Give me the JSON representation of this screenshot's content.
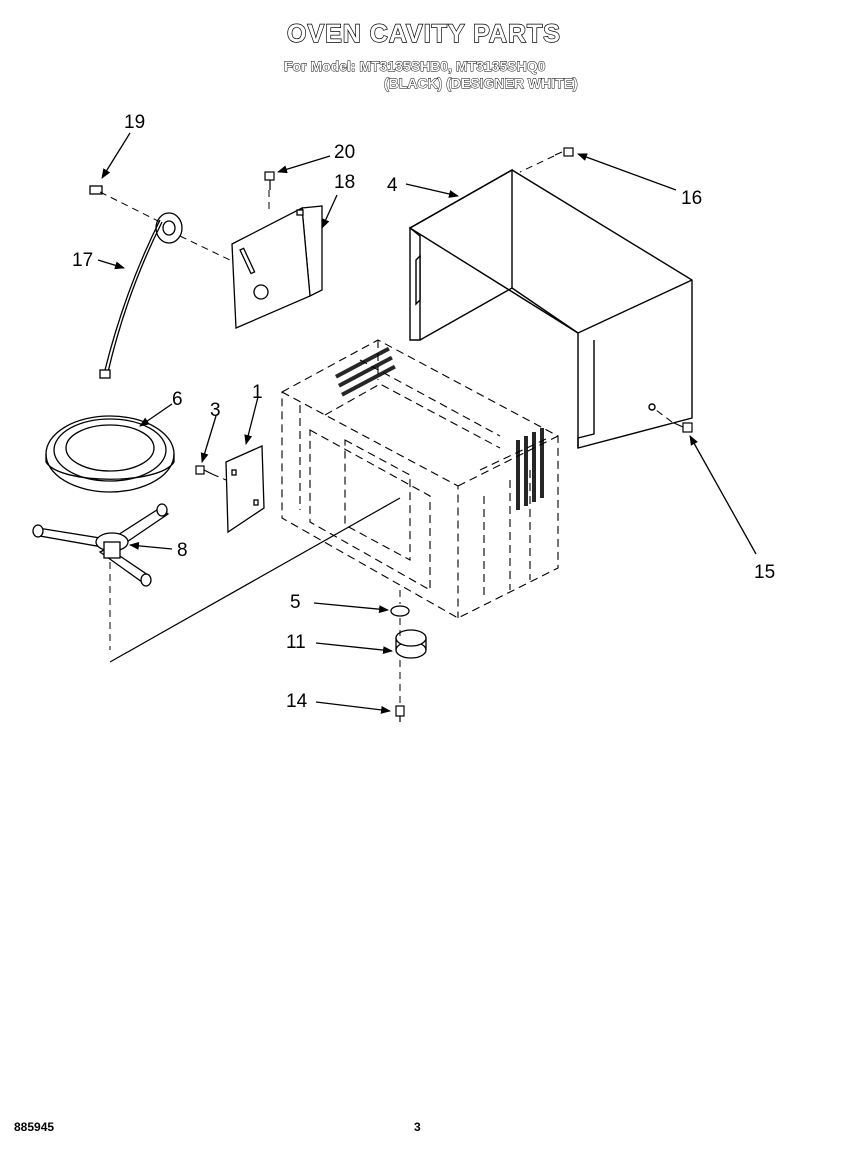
{
  "header": {
    "title": "OVEN CAVITY PARTS",
    "model_line": "For Model: MT3135SHB0, MT3135SHQ0",
    "variants_line": "(BLACK)  (DESIGNER WHITE)"
  },
  "callouts": [
    {
      "id": "19",
      "label": "19"
    },
    {
      "id": "20",
      "label": "20"
    },
    {
      "id": "18",
      "label": "18"
    },
    {
      "id": "4",
      "label": "4"
    },
    {
      "id": "16",
      "label": "16"
    },
    {
      "id": "17",
      "label": "17"
    },
    {
      "id": "6",
      "label": "6"
    },
    {
      "id": "3",
      "label": "3"
    },
    {
      "id": "1",
      "label": "1"
    },
    {
      "id": "8",
      "label": "8"
    },
    {
      "id": "15",
      "label": "15"
    },
    {
      "id": "5",
      "label": "5"
    },
    {
      "id": "11",
      "label": "11"
    },
    {
      "id": "14",
      "label": "14"
    }
  ],
  "footer": {
    "doc_code": "885945",
    "page_number": "3"
  }
}
